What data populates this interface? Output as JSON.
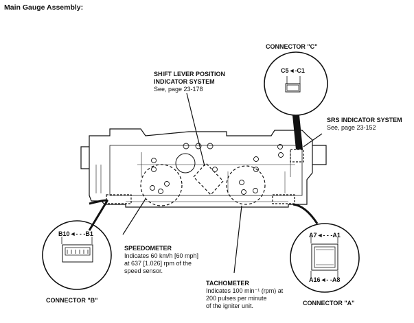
{
  "title": "Main Gauge Assembly:",
  "connector_c": {
    "label": "CONNECTOR \"C\"",
    "pins": "C5◄-C1"
  },
  "shift_lever": {
    "line1": "SHIFT LEVER POSITION",
    "line2": "INDICATOR SYSTEM",
    "ref": "See, page 23-178"
  },
  "srs": {
    "title": "SRS INDICATOR SYSTEM",
    "ref": "See, page 23-152"
  },
  "connector_b": {
    "label": "CONNECTOR \"B\"",
    "pins": "B10◄- - -B1"
  },
  "connector_a": {
    "label": "CONNECTOR \"A\"",
    "pins_top": "A7◄- - -A1",
    "pins_bottom": "A16◄- -A8"
  },
  "speedometer": {
    "title": "SPEEDOMETER",
    "line1": "Indicates 60 km/h [60 mph]",
    "line2": "at 637 [1.026] rpm of the",
    "line3": "speed sensor."
  },
  "tachometer": {
    "title": "TACHOMETER",
    "line1": "Indicates 100 min⁻¹ (rpm) at",
    "line2": "200 pulses per minute",
    "line3": "of the igniter unit."
  }
}
